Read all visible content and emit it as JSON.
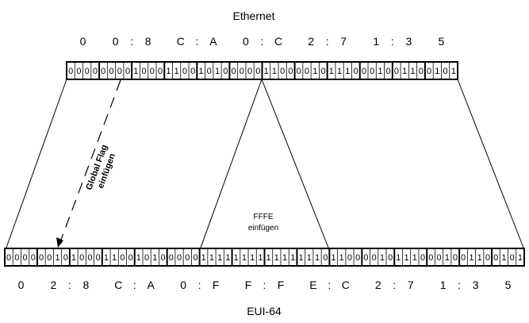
{
  "title_top": "Ethernet",
  "title_bottom": "EUI-64",
  "ethernet": {
    "hex": [
      "0",
      "0",
      ":",
      "8",
      "C",
      ":",
      "A",
      "0",
      ":",
      "C",
      "2",
      ":",
      "7",
      "1",
      ":",
      "3",
      "5"
    ],
    "bits": "000000001000110010100000110000101110001001100101"
  },
  "eui64": {
    "hex": [
      "0",
      "2",
      ":",
      "8",
      "C",
      ":",
      "A",
      "0",
      ":",
      "F",
      "F",
      ":",
      "F",
      "E",
      ":",
      "C",
      "2",
      ":",
      "7",
      "1",
      ":",
      "3",
      "5"
    ],
    "bits": "0000001010001100101000001111111111111110110000101110001001100101"
  },
  "labels": {
    "global_flag_line1": "Global Flag",
    "global_flag_line2": "einfügen",
    "fffe_line1": "FFFE",
    "fffe_line2": "einfügen"
  }
}
